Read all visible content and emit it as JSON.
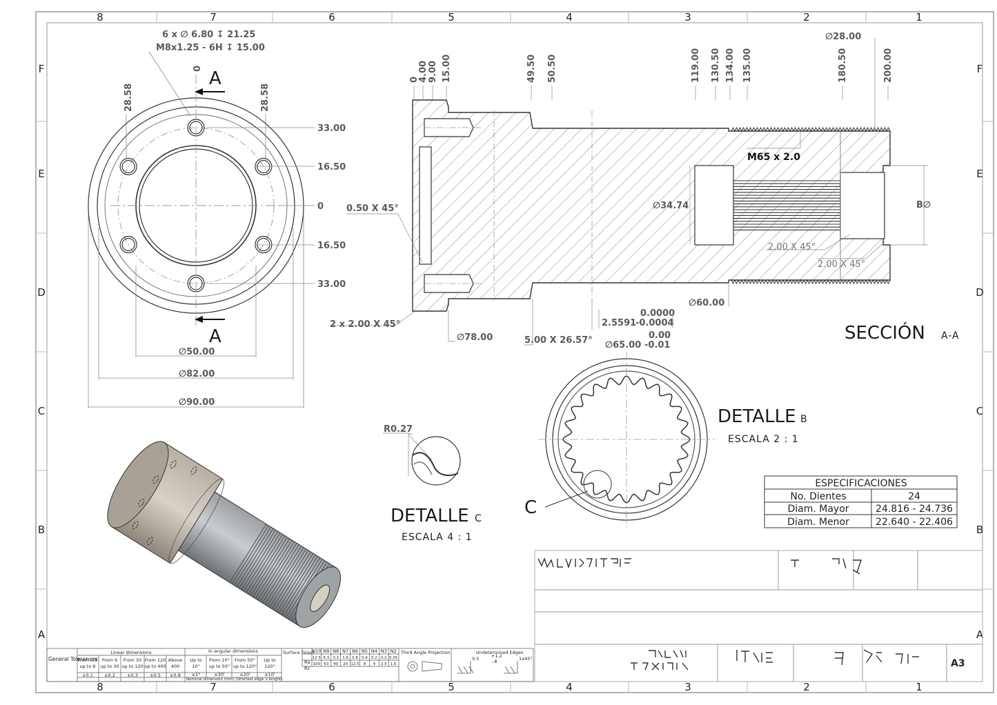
{
  "zones": {
    "cols": [
      "8",
      "7",
      "6",
      "5",
      "4",
      "3",
      "2",
      "1"
    ],
    "rows": [
      "F",
      "E",
      "D",
      "C",
      "B",
      "A"
    ]
  },
  "front_view": {
    "hole_callout_1": "6 x ∅ 6.80 ↧ 21.25",
    "hole_callout_2": "M8x1.25 - 6H ↧ 15.00",
    "section_letter": "A",
    "ord_top": "0",
    "ord_left": "28.58",
    "ord_right": "28.58",
    "ord_y": [
      "33.00",
      "16.50",
      "0",
      "16.50",
      "33.00"
    ],
    "dia_50": "∅50.00",
    "dia_82": "∅82.00",
    "dia_90": "∅90.00"
  },
  "section_view": {
    "ord_top": [
      "0",
      "4.00",
      "9.00",
      "15.00",
      "49.50",
      "50.50",
      "119.00",
      "130.50",
      "134.00",
      "135.00",
      "180.50",
      "200.00"
    ],
    "dia_28": "∅28.00",
    "thread": "M65 x 2.0",
    "chamfer_050": "0.50 X 45°",
    "dia_3474": "∅34.74",
    "b_dia": "B∅",
    "chamfer_2x": "2 x 2.00 X 45°",
    "chamfer_200_a": "2.00 X 45°",
    "chamfer_200_b": "2.00 X 45°",
    "dia_60": "∅60.00",
    "dia_78": "∅78.00",
    "chamfer_500": "5.00 X 26.57°",
    "tol_inch_upper": "0.0000",
    "tol_inch_nominal": "2.5591",
    "tol_inch_lower": "-0.0004",
    "tol_mm_upper": "0.00",
    "tol_mm_nominal": "∅65.00",
    "tol_mm_lower": "-0.01",
    "title": "SECCIÓN",
    "title_sub": "A-A"
  },
  "detail_b": {
    "title": "DETALLE",
    "letter": "B",
    "scale": "ESCALA 2 : 1",
    "callout": "C"
  },
  "detail_c": {
    "radius": "R0.27",
    "title": "DETALLE",
    "letter": "C",
    "scale": "ESCALA 4 : 1"
  },
  "spec_table": {
    "title": "ESPECIFICACIONES",
    "rows": [
      [
        "No. Dientes",
        "24"
      ],
      [
        "Diam. Mayor",
        "24.816 - 24.736"
      ],
      [
        "Diam. Menor",
        "22.640 - 22.406"
      ]
    ]
  },
  "title_block": {
    "sheet_size": "A3"
  },
  "tolerance_block": {
    "general": "General Tolerances",
    "linear_title": "Linear dimensions",
    "linear_ranges": [
      "From 0.5 up to 6",
      "From 6 up to 30",
      "From 30 up to 120",
      "From 120 up to 400",
      "Above 400"
    ],
    "linear_vals": [
      "±0.1",
      "±0.2",
      "±0.3",
      "±0.5",
      "±0.8"
    ],
    "angular_title": "In angular dimensions",
    "angular_ranges": [
      "Up to 10°",
      "From 10° up to 50°",
      "From 50° up to 120°",
      "Up to 120°"
    ],
    "angular_vals": [
      "±1°",
      "±30'",
      "±20'",
      "±10'"
    ],
    "angular_note": "Nominal dimension (mm) (Shortest edge´s lenght)",
    "surface": "Surface Finish",
    "grades": [
      "N10",
      "N9",
      "N8",
      "N7",
      "N6",
      "N5",
      "N4",
      "N3",
      "N2"
    ],
    "ra_label": "Ra",
    "ra": [
      "12.5",
      "6.3",
      "3.2",
      "1.6",
      "0.8",
      "0.4",
      "0.2",
      "0.1",
      "0.05"
    ],
    "rz_label": "Rz",
    "rz": [
      "100",
      "63",
      "40",
      "20",
      "12.5",
      "8",
      "4",
      "2.5",
      "1.6"
    ],
    "projection": "Third Angle Projection",
    "edges": "Undetermined Edges",
    "edge_vals": [
      "0.5",
      "+1.2",
      "-.8",
      "1x45°"
    ]
  }
}
